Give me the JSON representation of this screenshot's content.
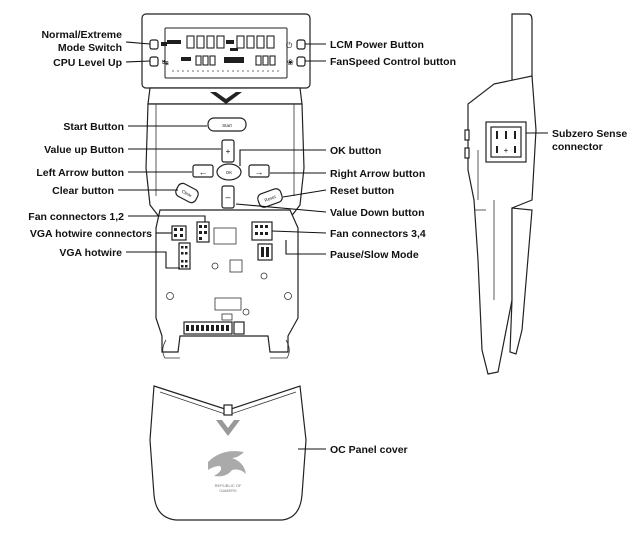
{
  "labels": {
    "normal_extreme_line1": "Normal/Extreme",
    "normal_extreme_line2": "Mode Switch",
    "cpu_level_up": "CPU Level Up",
    "lcm_power": "LCM Power Button",
    "fanspeed_control": "FanSpeed Control button",
    "start_button": "Start Button",
    "value_up": "Value up Button",
    "ok_button": "OK button",
    "left_arrow": "Left Arrow button",
    "right_arrow": "Right Arrow button",
    "clear_button": "Clear button",
    "reset_button": "Reset button",
    "fan_conn_12": "Fan connectors 1,2",
    "value_down": "Value Down button",
    "vga_hotwire_conn": "VGA hotwire connectors",
    "fan_conn_34": "Fan connectors 3,4",
    "vga_hotwire": "VGA hotwire",
    "pause_slow": "Pause/Slow Mode",
    "subzero_line1": "Subzero Sense",
    "subzero_line2": "connector",
    "oc_cover": "OC Panel cover"
  },
  "device": {
    "start_key": "Start",
    "plus_key": "+",
    "minus_key": "–",
    "ok_key": "OK",
    "clear_key": "Clear",
    "reset_key": "Reset",
    "left_key": "←",
    "right_key": "→",
    "cover_text_line1": "REPUBLIC OF",
    "cover_text_line2": "GAMERS"
  },
  "colors": {
    "line": "#111111",
    "fill": "#ffffff",
    "dark": "#1e1e1e"
  }
}
